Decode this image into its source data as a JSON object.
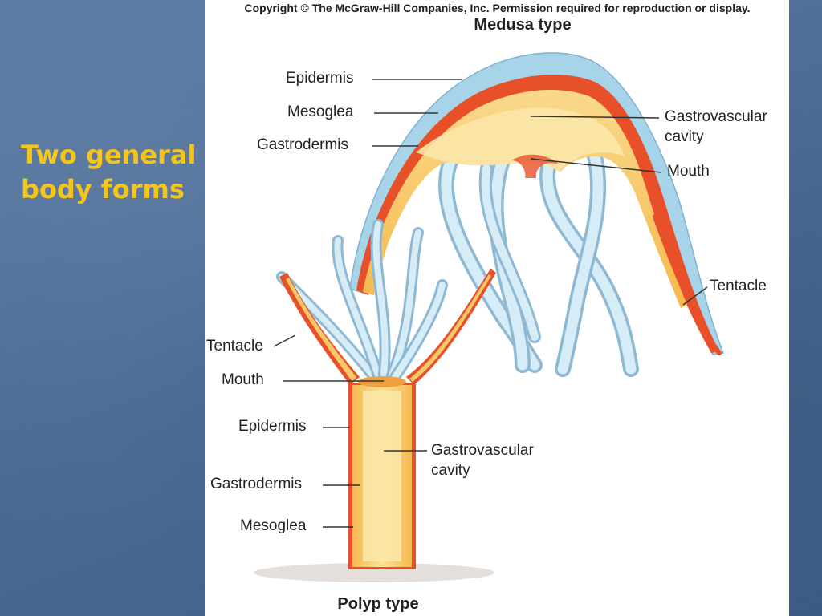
{
  "slide": {
    "title_line1": "Two general",
    "title_line2": "body forms"
  },
  "figure": {
    "copyright": "Copyright © The McGraw-Hill Companies, Inc. Permission required for reproduction or display.",
    "medusa": {
      "heading": "Medusa type",
      "labels": {
        "epidermis": "Epidermis",
        "mesoglea": "Mesoglea",
        "gastrodermis": "Gastrodermis",
        "cavity_line1": "Gastrovascular",
        "cavity_line2": "cavity",
        "mouth": "Mouth",
        "tentacle": "Tentacle"
      }
    },
    "polyp": {
      "heading": "Polyp type",
      "labels": {
        "tentacle": "Tentacle",
        "mouth": "Mouth",
        "epidermis": "Epidermis",
        "cavity_line1": "Gastrovascular",
        "cavity_line2": "cavity",
        "gastrodermis": "Gastrodermis",
        "mesoglea": "Mesoglea"
      }
    },
    "colors": {
      "epidermis": "#a8d4ea",
      "gastrodermis": "#e8502a",
      "mesoglea": "#f7c86a",
      "cavity": "#fbe7a8"
    }
  }
}
